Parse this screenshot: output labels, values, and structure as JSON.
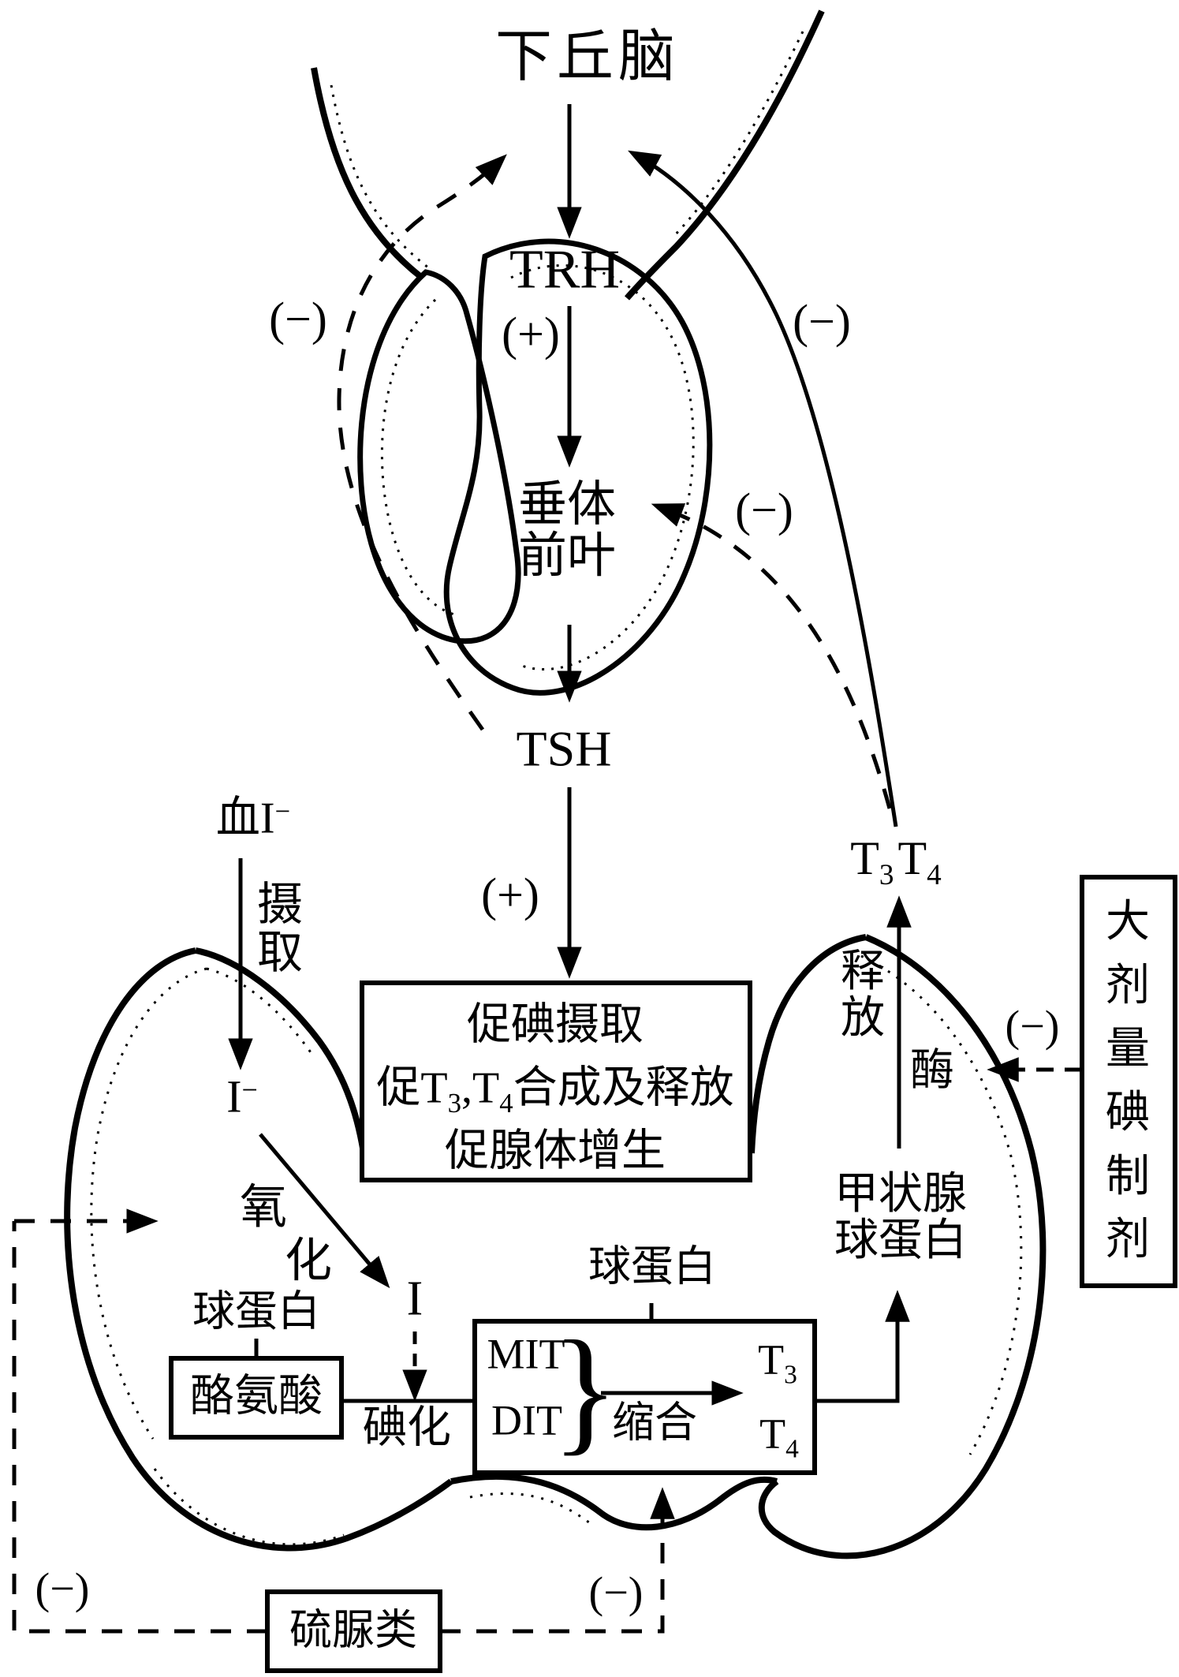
{
  "colors": {
    "ink": "#000000",
    "background": "#ffffff"
  },
  "diagram": {
    "nodes": {
      "hypothalamus": "下丘脑",
      "trh": "TRH",
      "pituitary": {
        "line1": "垂体",
        "line2": "前叶"
      },
      "tsh": "TSH",
      "tsh_effects_box": {
        "line1": "促碘摄取",
        "line2": {
          "p1": "促T",
          "sub1": "3",
          "p2": ",T",
          "sub2": "4",
          "p3": "合成及释放"
        },
        "line3": "促腺体增生"
      },
      "blood_iodide": {
        "base": "血I",
        "sup": "−"
      },
      "uptake": {
        "char1": "摄",
        "char2": "取"
      },
      "iodide": {
        "base": "I",
        "sup": "−"
      },
      "oxidation": {
        "char1": "氧",
        "char2": "化"
      },
      "iodine_atom": "I",
      "globulin_left": "球蛋白",
      "tyrosine": "酪氨酸",
      "iodination": "碘化",
      "mit": "MIT",
      "dit": "DIT",
      "brace": "}",
      "condensation": "缩合",
      "t3_in_box": {
        "base": "T",
        "sub": "3"
      },
      "t4_in_box": {
        "base": "T",
        "sub": "4"
      },
      "globulin_top": "球蛋白",
      "thyroglobulin": {
        "line1": "甲状腺",
        "line2": "球蛋白"
      },
      "release": {
        "char1": "释",
        "char2": "放"
      },
      "enzyme": "酶",
      "t3t4": {
        "t3base": "T",
        "t3sub": "3",
        "t4base": "T",
        "t4sub": "4"
      },
      "iodine_preparation": {
        "chars": [
          "大",
          "剂",
          "量",
          "碘",
          "制",
          "剂"
        ]
      },
      "thiourea": "硫脲类"
    },
    "signs": {
      "plus_trh": "(+)",
      "plus_tsh": "(+)",
      "minus_tsh_to_hypothalamus": "(−)",
      "minus_t3t4_to_hypothalamus": "(−)",
      "minus_t3t4_to_pituitary": "(−)",
      "minus_iodine_prep_to_enzyme": "(−)",
      "minus_thiourea_left": "(−)",
      "minus_thiourea_right": "(−)"
    }
  }
}
